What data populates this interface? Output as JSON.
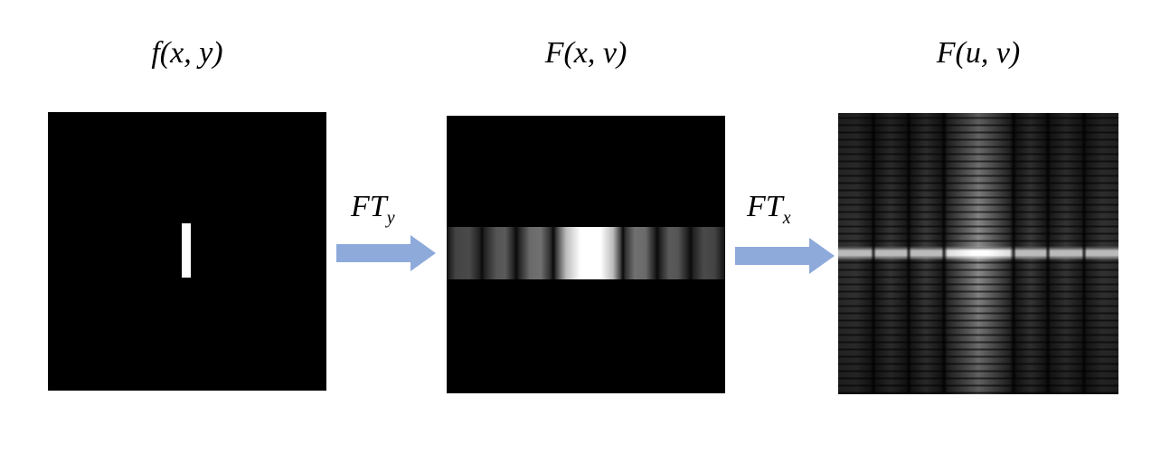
{
  "panels": [
    {
      "title": "f(x, y)"
    },
    {
      "title": "F(x, v)"
    },
    {
      "title": "F(u, v)"
    }
  ],
  "arrows": [
    {
      "label": "FT",
      "subscript": "y"
    },
    {
      "label": "FT",
      "subscript": "x"
    }
  ],
  "colors": {
    "arrow": "#8eaadb",
    "background": "#ffffff",
    "panel": "#000000"
  }
}
